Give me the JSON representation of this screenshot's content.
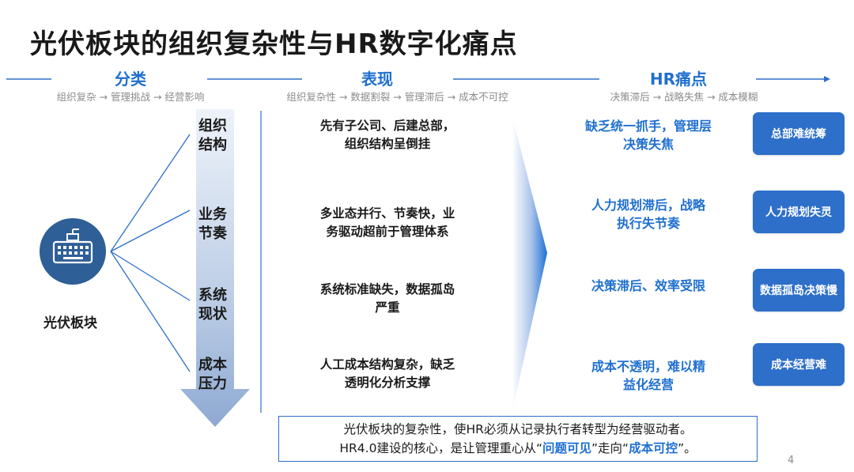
{
  "title": "光伏板块的组织复杂性与HR数字化痛点",
  "headers": [
    {
      "label": "分类",
      "sub": "组织复杂 → 管理挑战 → 经营影响"
    },
    {
      "label": "表现",
      "sub": "组织复杂性 → 数据割裂 → 管理滞后 → 成本不可控"
    },
    {
      "label": "HR痛点",
      "sub": "决策滞后 → 战略失焦 → 成本模糊"
    }
  ],
  "left_label": "光伏板块",
  "left_icon": "keyboard-icon",
  "categories": [
    {
      "line1": "组织",
      "line2": "结构"
    },
    {
      "line1": "业务",
      "line2": "节奏"
    },
    {
      "line1": "系统",
      "line2": "现状"
    },
    {
      "line1": "成本",
      "line2": "压力"
    }
  ],
  "manifestations": [
    {
      "line1": "先有子公司、后建总部，",
      "line2": "组织结构呈倒挂"
    },
    {
      "line1": "多业态并行、节奏快，业",
      "line2": "务驱动超前于管理体系"
    },
    {
      "line1": "系统标准缺失，数据孤岛",
      "line2": "严重"
    },
    {
      "line1": "人工成本结构复杂，缺乏",
      "line2": "透明化分析支撑"
    }
  ],
  "pain_points": [
    {
      "line1": "缺乏统一抓手，管理层",
      "line2": "决策失焦"
    },
    {
      "line1": "人力规划滞后，战略",
      "line2": "执行失节奏"
    },
    {
      "line1": "决策滞后、效率受限",
      "line2": ""
    },
    {
      "line1": "成本不透明，难以精",
      "line2": "益化经营"
    }
  ],
  "tags": [
    "总部难统筹",
    "人力规划失灵",
    "数据孤岛决策慢",
    "成本经营难"
  ],
  "summary": {
    "line1": "光伏板块的复杂性，使HR必须从记录执行者转型为经营驱动者。",
    "line2_prefix": "HR4.0建设的核心，是让管理重心从“",
    "highlight1": "问题可见",
    "line2_mid": "”走向“",
    "highlight2": "成本可控",
    "line2_suffix": "”。"
  },
  "page_number": "4",
  "colors": {
    "accent": "#1f6fcf",
    "tag_bg": "#2d6fc9",
    "icon_bg": "#2e5f96"
  }
}
